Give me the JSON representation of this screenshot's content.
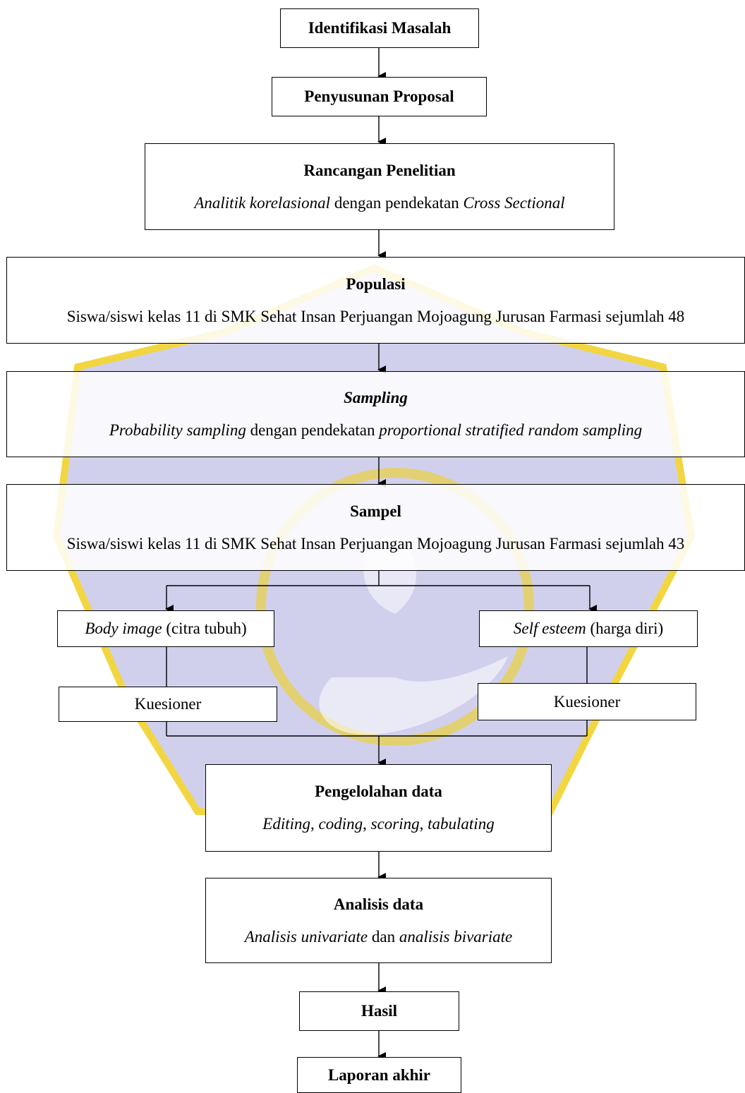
{
  "steps": {
    "identifikasi": "Identifikasi Masalah",
    "proposal": "Penyusunan Proposal",
    "rancangan": {
      "title": "Rancangan Penelitian",
      "d1": "Analitik korelasional",
      "d2": " dengan pendekatan ",
      "d3": "Cross Sectional"
    },
    "populasi": {
      "title": "Populasi",
      "desc": "Siswa/siswi kelas 11 di SMK Sehat Insan Perjuangan Mojoagung Jurusan Farmasi sejumlah 48"
    },
    "sampling": {
      "title": "Sampling",
      "d1": "Probability sampling",
      "d2": " dengan pendekatan ",
      "d3": "proportional stratified random sampling"
    },
    "sampel": {
      "title": "Sampel",
      "desc": "Siswa/siswi kelas 11 di SMK Sehat Insan Perjuangan Mojoagung Jurusan Farmasi sejumlah 43"
    },
    "body_image": {
      "italic": "Body image",
      "rest": " (citra tubuh)"
    },
    "self_esteem": {
      "italic": "Self esteem",
      "rest": " (harga diri)"
    },
    "kuesioner_left": "Kuesioner",
    "kuesioner_right": "Kuesioner",
    "pengelolahan": {
      "title": "Pengelolahan data",
      "e1": "Editing",
      "s1": ", ",
      "e2": "coding",
      "s2": ", ",
      "e3": "scoring",
      "s3": ", ",
      "e4": "tabulating"
    },
    "analisis": {
      "title": "Analisis data",
      "d1": "Analisis univariate",
      "d2": " dan ",
      "d3": "analisis bivariate"
    },
    "hasil": "Hasil",
    "laporan": "Laporan akhir"
  },
  "colors": {
    "watermark_fill": "#c8c8ea",
    "watermark_accent": "#f0d020",
    "line": "#000000"
  }
}
